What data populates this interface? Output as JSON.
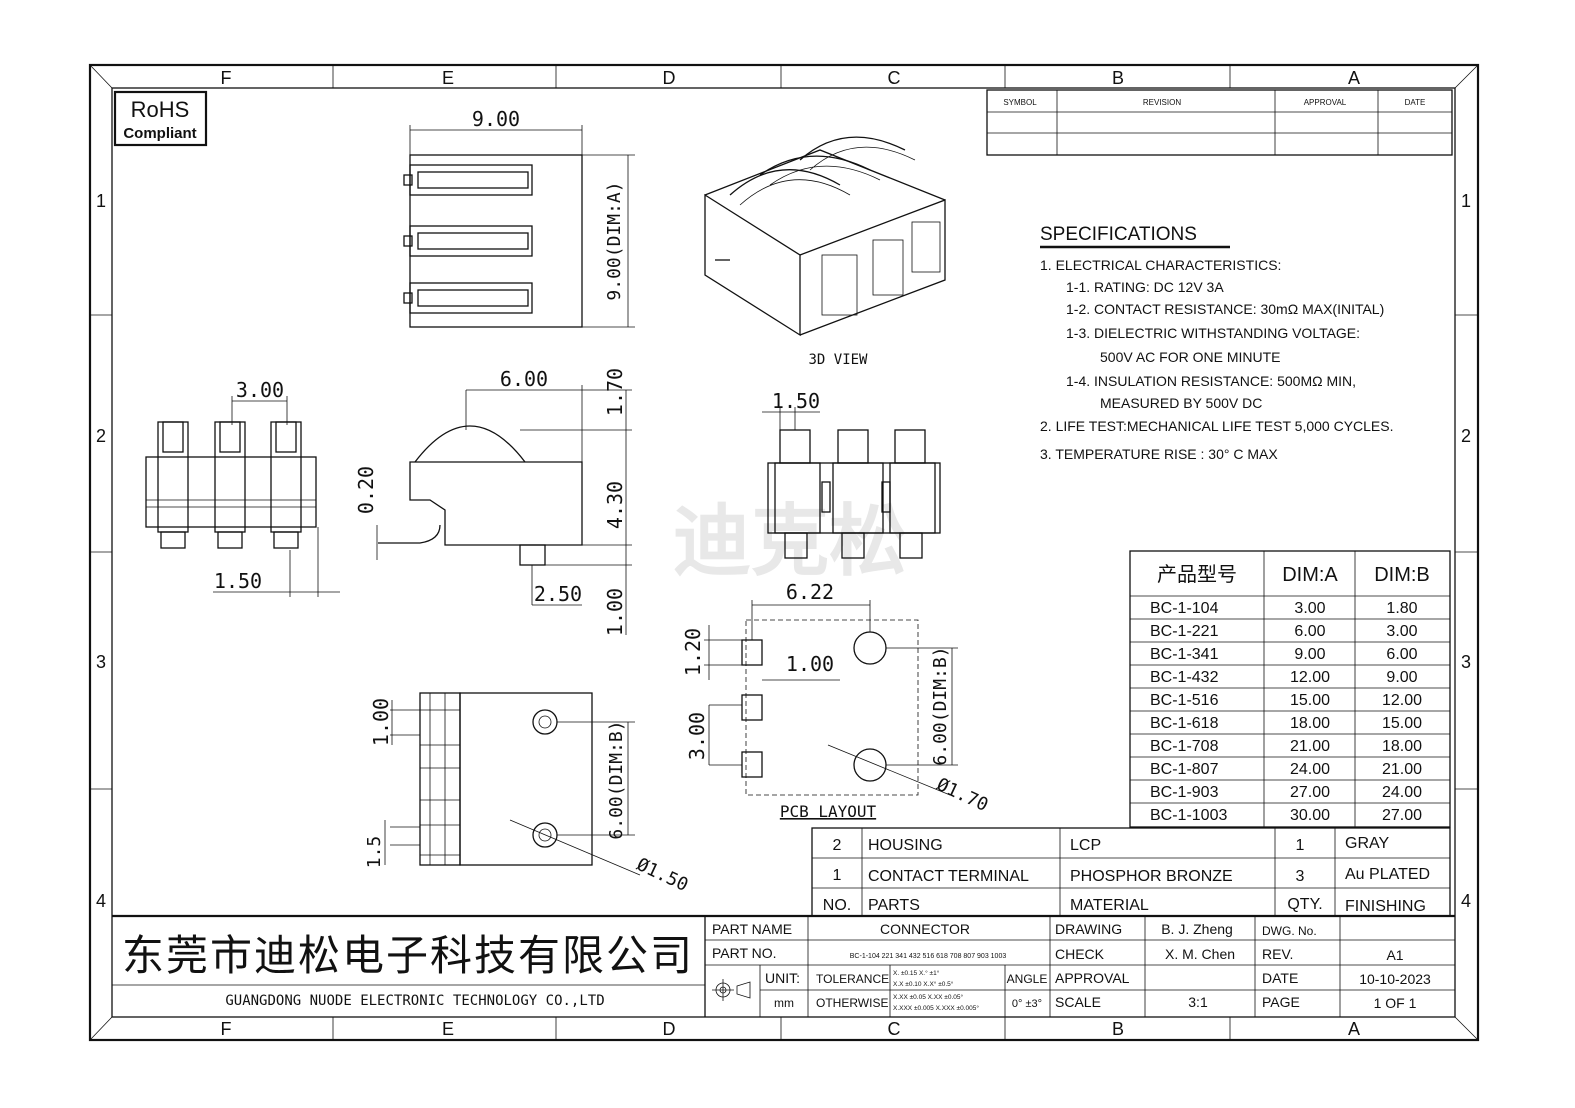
{
  "grid": {
    "columns": [
      "F",
      "E",
      "D",
      "C",
      "B",
      "A"
    ],
    "rows": [
      "1",
      "2",
      "3",
      "4"
    ]
  },
  "rohs": {
    "line1": "RoHS",
    "line2": "Compliant"
  },
  "watermark": "迪克松",
  "revision_table": {
    "headers": [
      "SYMBOL",
      "REVISION",
      "APPROVAL",
      "DATE"
    ]
  },
  "views": {
    "view_3d_label": "3D VIEW",
    "pcb_layout_label": "PCB LAYOUT",
    "dims": {
      "top_width": "9.00",
      "top_height": "9.00(DIM:A)",
      "front_pitch": "3.00",
      "front_offset": "1.50",
      "side_length": "6.00",
      "side_170": "1.70",
      "side_430": "4.30",
      "side_020": "0.20",
      "side_250": "2.50",
      "side_100": "1.00",
      "right_150": "1.50",
      "pcb_622": "6.22",
      "pcb_120": "1.20",
      "pcb_100": "1.00",
      "pcb_300": "3.00",
      "pcb_dimb": "6.00(DIM:B)",
      "pcb_dia": "Ø1.70",
      "bottom_100": "1.00",
      "bottom_dimb": "6.00(DIM:B)",
      "bottom_15": "1.5",
      "bottom_dia": "Ø1.50"
    }
  },
  "specifications": {
    "title": "SPECIFICATIONS",
    "lines": [
      "1. ELECTRICAL CHARACTERISTICS:",
      "1-1. RATING: DC 12V 3A",
      "1-2. CONTACT RESISTANCE: 30mΩ   MAX(INITAL)",
      "1-3. DIELECTRIC WITHSTANDING VOLTAGE:",
      "500V AC FOR ONE MINUTE",
      "1-4. INSULATION RESISTANCE: 500MΩ   MIN,",
      "MEASURED BY 500V DC",
      "2. LIFE TEST:MECHANICAL LIFE TEST 5,000 CYCLES.",
      "3. TEMPERATURE RISE : 30° C MAX"
    ]
  },
  "model_table": {
    "headers": [
      "产品型号",
      "DIM:A",
      "DIM:B"
    ],
    "rows": [
      [
        "BC-1-104",
        "3.00",
        "1.80"
      ],
      [
        "BC-1-221",
        "6.00",
        "3.00"
      ],
      [
        "BC-1-341",
        "9.00",
        "6.00"
      ],
      [
        "BC-1-432",
        "12.00",
        "9.00"
      ],
      [
        "BC-1-516",
        "15.00",
        "12.00"
      ],
      [
        "BC-1-618",
        "18.00",
        "15.00"
      ],
      [
        "BC-1-708",
        "21.00",
        "18.00"
      ],
      [
        "BC-1-807",
        "24.00",
        "21.00"
      ],
      [
        "BC-1-903",
        "27.00",
        "24.00"
      ],
      [
        "BC-1-1003",
        "30.00",
        "27.00"
      ]
    ]
  },
  "parts_table": {
    "rows": [
      [
        "2",
        "HOUSING",
        "LCP",
        "1",
        "GRAY"
      ],
      [
        "1",
        "CONTACT TERMINAL",
        "PHOSPHOR BRONZE",
        "3",
        "Au PLATED"
      ]
    ],
    "headers": [
      "NO.",
      "PARTS",
      "MATERIAL",
      "QTY.",
      "FINISHING"
    ]
  },
  "title_block": {
    "company_cn": "东莞市迪松电子科技有限公司",
    "company_en": "GUANGDONG NUODE ELECTRONIC TECHNOLOGY CO.,LTD",
    "part_name_label": "PART NAME",
    "part_name": "CONNECTOR",
    "part_no_label": "PART NO.",
    "part_no": "BC-1-104 221 341 432 516 618 708 807 903 1003",
    "unit_label": "UNIT:",
    "unit": "mm",
    "tolerance_label": "TOLERANCE",
    "otherwise_label": "OTHERWISE",
    "tolerances": [
      "X.  ±0.15  X.°  ±1°",
      "X.X  ±0.10  X.X°  ±0.5°",
      "X.XX  ±0.05  X.XX  ±0.05°",
      "X.XXX ±0.005 X.XXX ±0.005°"
    ],
    "angle_label": "ANGLE",
    "angle": "0° ±3°",
    "drawing_label": "DRAWING",
    "drawing": "B. J. Zheng",
    "check_label": "CHECK",
    "check": "X. M. Chen",
    "approval_label": "APPROVAL",
    "approval": "",
    "scale_label": "SCALE",
    "scale": "3:1",
    "dwg_no_label": "DWG. No.",
    "dwg_no": "",
    "rev_label": "REV.",
    "rev": "A1",
    "date_label": "DATE",
    "date": "10-10-2023",
    "page_label": "PAGE",
    "page": "1 OF 1"
  }
}
